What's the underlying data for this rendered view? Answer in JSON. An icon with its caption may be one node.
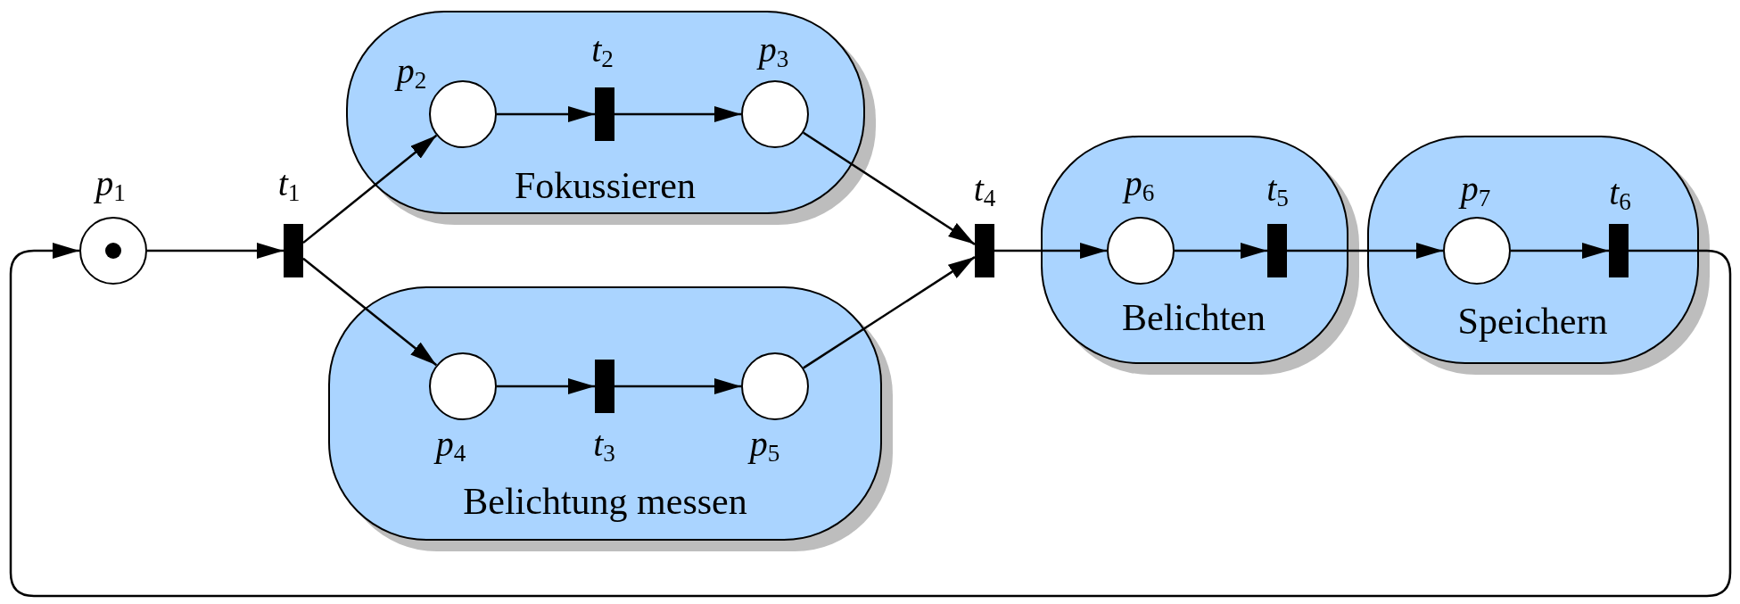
{
  "diagram": {
    "nodes": [
      {
        "text": [],
        "shape": "circle",
        "beside": [
          "*p*$_{1}$"
        ]
      },
      {
        "text": [],
        "shape": "bar",
        "beside": [
          "*t*$_{1}$"
        ]
      },
      {
        "text": [
          "Fokussieren"
        ]
      },
      {
        "text": [],
        "shape": "circle",
        "beside": [
          "*p*$_{2}$"
        ],
        "in": 2
      },
      {
        "text": [],
        "shape": "bar",
        "beside": [
          "*t*$_{2}$"
        ],
        "in": 2
      },
      {
        "text": [],
        "shape": "circle",
        "beside": [
          "*p*$_{3}$"
        ],
        "in": 2
      },
      {
        "text": [
          "Belichtung messen"
        ]
      },
      {
        "text": [],
        "shape": "circle",
        "beside": [
          "*p*$_{4}$"
        ],
        "in": 6
      },
      {
        "text": [],
        "shape": "bar",
        "beside": [
          "*t*$_{3}$"
        ],
        "in": 6
      },
      {
        "text": [],
        "shape": "circle",
        "beside": [
          "*p*$_{5}$"
        ],
        "in": 6
      },
      {
        "text": [],
        "shape": "bar",
        "beside": [
          "*t*$_{4}$"
        ]
      },
      {
        "text": [
          "Belichten"
        ]
      },
      {
        "text": [],
        "shape": "circle",
        "beside": [
          "*p*$_{6}$"
        ],
        "in": 11
      },
      {
        "text": [],
        "shape": "bar",
        "beside": [
          "*t*$_{5}$"
        ],
        "in": 11
      },
      {
        "text": [
          "Speichern"
        ]
      },
      {
        "text": [],
        "shape": "circle",
        "beside": [
          "*p*$_{7}$"
        ],
        "in": 14
      },
      {
        "text": [],
        "shape": "bar",
        "beside": [
          "*t*$_{6}$"
        ],
        "in": 14
      }
    ],
    "edges": [
      {
        "from": 0,
        "to": 1,
        "arrow": "to"
      },
      {
        "from": 1,
        "to": 3,
        "arrow": "to"
      },
      {
        "from": 1,
        "to": 7,
        "arrow": "to"
      },
      {
        "from": 3,
        "to": 4,
        "arrow": "to"
      },
      {
        "from": 4,
        "to": 5,
        "arrow": "to"
      },
      {
        "from": 7,
        "to": 8,
        "arrow": "to"
      },
      {
        "from": 8,
        "to": 9,
        "arrow": "to"
      },
      {
        "from": 5,
        "to": 10,
        "arrow": "to"
      },
      {
        "from": 9,
        "to": 10,
        "arrow": "to"
      },
      {
        "from": 10,
        "to": 12,
        "arrow": "to"
      },
      {
        "from": 12,
        "to": 13,
        "arrow": "to"
      },
      {
        "from": 13,
        "to": 15,
        "arrow": "to"
      },
      {
        "from": 15,
        "to": 16,
        "arrow": "to"
      },
      {
        "from": 16,
        "to": 0,
        "arrow": "to"
      }
    ]
  }
}
